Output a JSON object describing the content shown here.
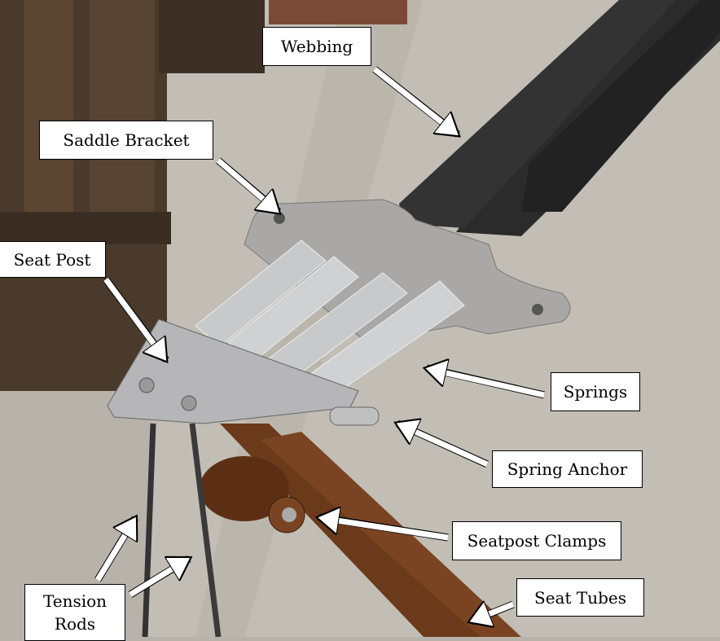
{
  "labels": {
    "webbing": "Webbing",
    "saddle_bracket": "Saddle Bracket",
    "seat_post": "Seat Post",
    "springs": "Springs",
    "spring_anchor": "Spring Anchor",
    "seatpost_clamps": "Seatpost Clamps",
    "seat_tubes": "Seat Tubes",
    "tension_rods_line1": "Tension",
    "tension_rods_line2": "Rods"
  },
  "colors": {
    "concrete": "#b8b3aa",
    "fence": "#4a3a2c",
    "webbing": "#2b2b2b",
    "metal": "#a9a8a6",
    "tube": "#6b3a1a"
  }
}
